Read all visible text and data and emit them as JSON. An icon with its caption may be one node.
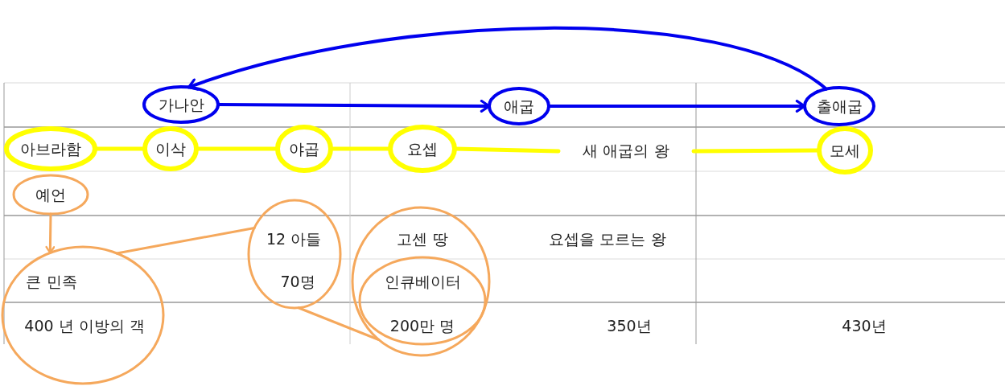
{
  "diagram": {
    "nodes": [
      {
        "text": [
          "가나안"
        ]
      },
      {
        "text": [
          "애굽"
        ]
      },
      {
        "text": [
          "출애굽"
        ]
      },
      {
        "text": [
          "아브라함"
        ]
      },
      {
        "text": [
          "이삭"
        ]
      },
      {
        "text": [
          "야곱"
        ]
      },
      {
        "text": [
          "요셉"
        ]
      },
      {
        "text": [
          "새 애굽의 왕"
        ]
      },
      {
        "text": [
          "모세"
        ]
      },
      {
        "text": [
          "예언"
        ]
      },
      {
        "text": [
          "큰 민족",
          "400 년 이방의 객"
        ]
      },
      {
        "text": [
          "12 아들",
          "70명"
        ]
      },
      {
        "text": [
          "고센 땅"
        ]
      },
      {
        "text": [
          "인큐베이터",
          "200만 명"
        ],
        "in": 12
      }
    ],
    "edges": [
      {
        "from": 0,
        "to": 1,
        "arrow": "to",
        "color": "#0000ee"
      },
      {
        "from": 1,
        "to": 2,
        "arrow": "to",
        "color": "#0000ee"
      },
      {
        "from": 2,
        "to": 0,
        "arrow": "to",
        "color": "#0000ee"
      },
      {
        "from": 3,
        "to": 4,
        "arrow": "none"
      },
      {
        "from": 4,
        "to": 5,
        "arrow": "none"
      },
      {
        "from": 5,
        "to": 6,
        "arrow": "none"
      },
      {
        "from": 6,
        "to": 7,
        "arrow": "none"
      },
      {
        "from": 7,
        "to": 8,
        "arrow": "none"
      },
      {
        "from": 9,
        "to": 10,
        "arrow": "to",
        "color": "#f5a85c"
      },
      {
        "from": 10,
        "to": 11,
        "arrow": "none",
        "color": "#f5a85c"
      },
      {
        "from": 11,
        "to": 12,
        "arrow": "none",
        "color": "#f5a85c"
      }
    ],
    "labels": [
      "요셉을 모르는 왕",
      "350년",
      "430년"
    ]
  }
}
